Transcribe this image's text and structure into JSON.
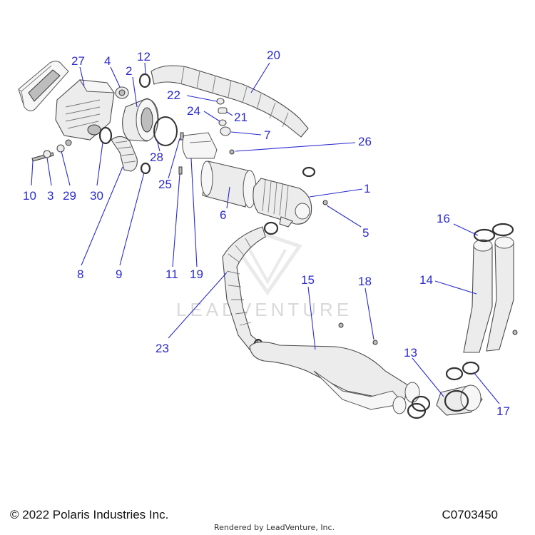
{
  "footer": {
    "copyright": "© 2022 Polaris Industries Inc.",
    "figure_code": "C0703450",
    "rendered_by": "Rendered by LeadVenture, Inc."
  },
  "watermark": {
    "text": "LEADVENTURE"
  },
  "colors": {
    "callout": "#2a2ad0",
    "line_art": "#4a4a4a",
    "background": "#ffffff"
  },
  "callouts": [
    {
      "id": "1",
      "text": "1"
    },
    {
      "id": "2",
      "text": "2"
    },
    {
      "id": "3",
      "text": "3"
    },
    {
      "id": "4",
      "text": "4"
    },
    {
      "id": "5",
      "text": "5"
    },
    {
      "id": "6",
      "text": "6"
    },
    {
      "id": "7",
      "text": "7"
    },
    {
      "id": "8",
      "text": "8"
    },
    {
      "id": "9",
      "text": "9"
    },
    {
      "id": "10",
      "text": "10"
    },
    {
      "id": "11",
      "text": "11"
    },
    {
      "id": "12",
      "text": "12"
    },
    {
      "id": "13",
      "text": "13"
    },
    {
      "id": "14",
      "text": "14"
    },
    {
      "id": "15",
      "text": "15"
    },
    {
      "id": "16",
      "text": "16"
    },
    {
      "id": "17",
      "text": "17"
    },
    {
      "id": "18",
      "text": "18"
    },
    {
      "id": "19",
      "text": "19"
    },
    {
      "id": "20",
      "text": "20"
    },
    {
      "id": "21",
      "text": "21"
    },
    {
      "id": "22",
      "text": "22"
    },
    {
      "id": "23",
      "text": "23"
    },
    {
      "id": "24",
      "text": "24"
    },
    {
      "id": "25",
      "text": "25"
    },
    {
      "id": "26",
      "text": "26"
    },
    {
      "id": "27",
      "text": "27"
    },
    {
      "id": "28",
      "text": "28"
    },
    {
      "id": "29",
      "text": "29"
    },
    {
      "id": "30",
      "text": "30"
    }
  ]
}
